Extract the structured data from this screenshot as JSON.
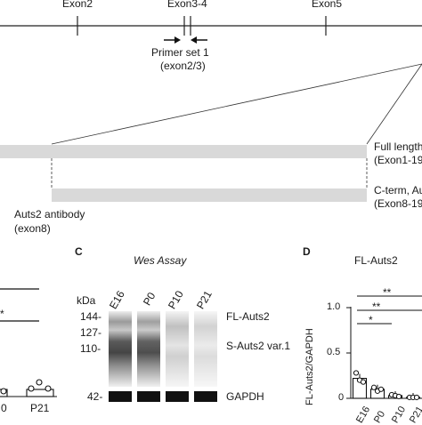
{
  "gene_map": {
    "exons": [
      "Exon2",
      "Exon3-4",
      "Exon5"
    ],
    "primer_label_line1": "Primer set 1",
    "primer_label_line2": "(exon2/3)"
  },
  "isoforms": {
    "full_length_line1": "Full length",
    "full_length_line2": "(Exon1-19",
    "cterm_line1": "C-term, Au",
    "cterm_line2": "(Exon8-19",
    "antibody_line1": "Auts2 antibody",
    "antibody_line2": "(exon8)"
  },
  "panel_b_partial": {
    "sig1": "*",
    "x_label": "P21",
    "x_label_left": "0"
  },
  "panel_c": {
    "letter": "C",
    "title": "Wes Assay",
    "kda_label": "kDa",
    "markers": [
      "144-",
      "127-",
      "110-",
      "42-"
    ],
    "lanes": [
      "E16",
      "P0",
      "P10",
      "P21"
    ],
    "band_labels": [
      "FL-Auts2",
      "S-Auts2 var.1",
      "GAPDH"
    ]
  },
  "panel_d": {
    "letter": "D",
    "title": "FL-Auts2",
    "ylabel": "FL-Auts2/GAPDH",
    "yticks": [
      "1.0",
      "0.5",
      "0"
    ],
    "sig": [
      "**",
      "**",
      "*"
    ]
  },
  "chart_data": {
    "type": "bar",
    "title": "FL-Auts2",
    "xlabel": "",
    "ylabel": "FL-Auts2/GAPDH",
    "categories": [
      "E16",
      "P0",
      "P10",
      "P21"
    ],
    "values": [
      0.22,
      0.1,
      0.03,
      0.01
    ],
    "ylim": [
      0,
      1.15
    ],
    "points": [
      [
        0.28,
        0.2,
        0.18
      ],
      [
        0.12,
        0.08,
        0.1
      ],
      [
        0.04,
        0.03,
        0.02
      ],
      [
        0.01,
        0.01,
        0.01
      ]
    ],
    "grid": false
  }
}
